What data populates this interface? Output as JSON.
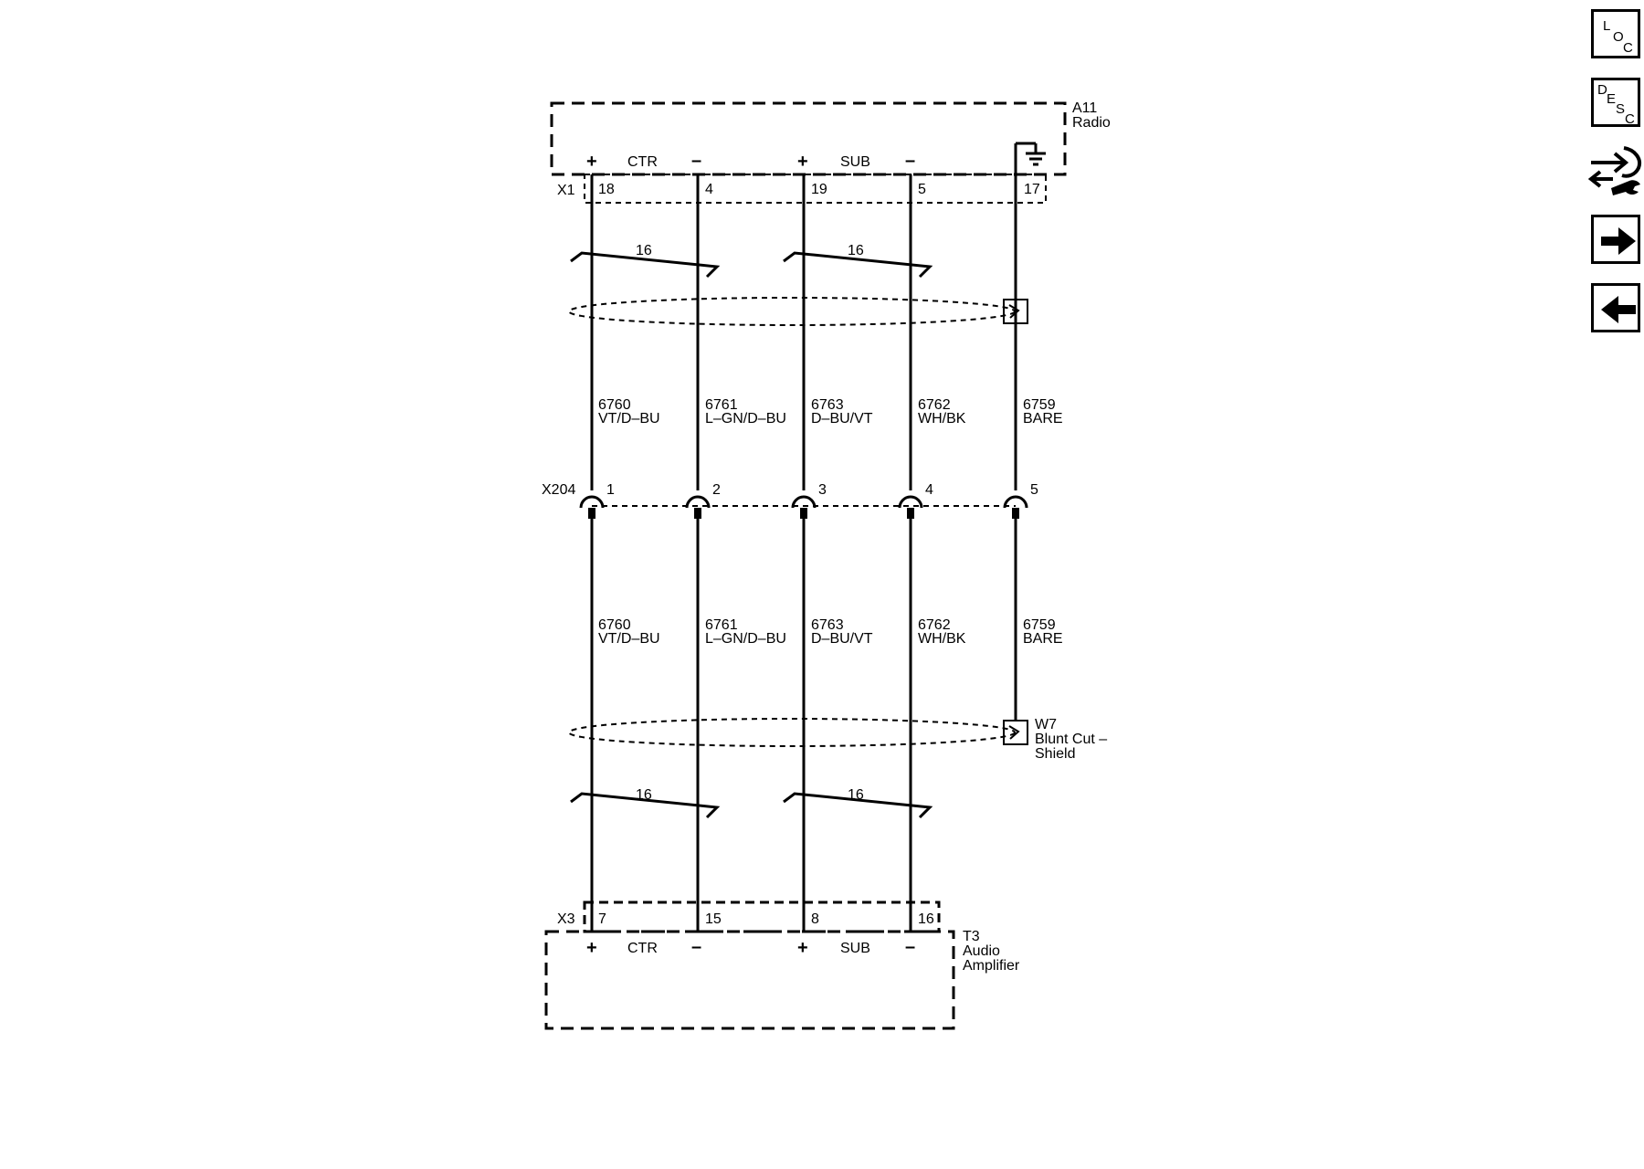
{
  "radio": {
    "ref": "A11",
    "name": "Radio",
    "connector": "X1",
    "ctr_label": "CTR",
    "sub_label": "SUB",
    "plus": "+",
    "minus": "–",
    "pins": [
      "18",
      "4",
      "19",
      "5",
      "17"
    ]
  },
  "amplifier": {
    "ref": "T3",
    "name_line1": "Audio",
    "name_line2": "Amplifier",
    "connector": "X3",
    "ctr_label": "CTR",
    "sub_label": "SUB",
    "plus": "+",
    "minus": "–",
    "pins": [
      "7",
      "15",
      "8",
      "16"
    ]
  },
  "inline_connector": {
    "ref": "X204",
    "pins": [
      "1",
      "2",
      "3",
      "4",
      "5"
    ]
  },
  "twist_label": "16",
  "wires_upper": [
    {
      "circuit": "6760",
      "color": "VT/D–BU"
    },
    {
      "circuit": "6761",
      "color": "L–GN/D–BU"
    },
    {
      "circuit": "6763",
      "color": "D–BU/VT"
    },
    {
      "circuit": "6762",
      "color": "WH/BK"
    },
    {
      "circuit": "6759",
      "color": "BARE"
    }
  ],
  "wires_lower": [
    {
      "circuit": "6760",
      "color": "VT/D–BU"
    },
    {
      "circuit": "6761",
      "color": "L–GN/D–BU"
    },
    {
      "circuit": "6763",
      "color": "D–BU/VT"
    },
    {
      "circuit": "6762",
      "color": "WH/BK"
    },
    {
      "circuit": "6759",
      "color": "BARE"
    }
  ],
  "shield": {
    "ref": "W7",
    "line1": "Blunt Cut –",
    "line2": "Shield"
  },
  "nav": {
    "loc": {
      "l1": "L",
      "l2": "O",
      "l3": "C"
    },
    "desc": {
      "l1": "D",
      "l2": "E",
      "l3": "S",
      "l4": "C"
    },
    "icons": [
      "connector-repair-icon",
      "arrow-right-icon",
      "arrow-left-icon"
    ]
  }
}
